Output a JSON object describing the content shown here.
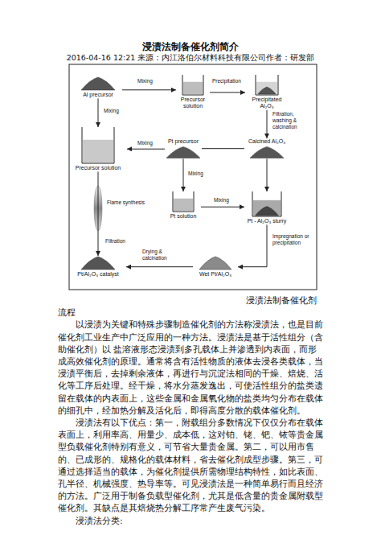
{
  "diagram": {
    "title": "浸渍法制备催化剂简介",
    "caption": "浸渍法制备催化剂 流程",
    "nodes": [
      {
        "text": [
          "Al precursor"
        ]
      },
      {
        "text": [
          "Precursor solution"
        ]
      },
      {
        "text": [
          "Precipitated Al₂O₃"
        ]
      },
      {
        "text": [
          "Precursor solution"
        ]
      },
      {
        "text": [
          "Pt precursor"
        ]
      },
      {
        "text": [
          "Calcined Al₂O₃"
        ]
      },
      {
        "text": [
          "Pt solution"
        ]
      },
      {
        "text": [
          "Pt - Al₂O₃ slurry"
        ]
      },
      {
        "text": [
          "Pt/Al₂O₃ catalyst"
        ]
      },
      {
        "text": [
          "Wet Pt/Al₂O₃"
        ]
      }
    ],
    "edges": [
      {
        "from": 0,
        "to": 1,
        "label": "Mixing",
        "arrow": "to"
      },
      {
        "from": 1,
        "to": 2,
        "label": "Precipitation",
        "arrow": "to"
      },
      {
        "from": 2,
        "to": 5,
        "label": "Filtration, washing & calcination",
        "arrow": "to"
      },
      {
        "from": 0,
        "to": 3,
        "label": "Mixing",
        "arrow": "to"
      },
      {
        "from": 4,
        "to": 3,
        "label": "Mixing",
        "arrow": "to"
      },
      {
        "from": 5,
        "to": 4,
        "arrow": "none"
      },
      {
        "from": 4,
        "to": 6,
        "label": "Mixing",
        "arrow": "to"
      },
      {
        "from": 6,
        "to": 7,
        "label": "Mixing",
        "arrow": "to"
      },
      {
        "from": 5,
        "to": 7,
        "arrow": "to"
      },
      {
        "from": 3,
        "to": 8,
        "label": "Flame synthesis",
        "arrow": "to"
      },
      {
        "from": 7,
        "to": 9,
        "label": "Impregnation or precipitation",
        "arrow": "to"
      },
      {
        "from": 9,
        "to": 8,
        "label": "Drying & calcination",
        "arrow": "to"
      }
    ],
    "labels": [
      "2016-04-16 12:21 来源：内江洛伯尔材料科技有限公司作者：研发部",
      "Filtration",
      "以浸渍为关键和特殊步骤制造催化剂的方法称浸渍法，也是目前催化剂工业生产中广泛应用的一种方法。浸渍法是基于活性组分（含助催化剂）以 盐溶液形态浸渍到多孔载体上并渗透到内表面，而形成高效催化剂的原理。通常将含有活性物质的液体去浸各类载体，当浸渍平衡后，去掉剩余液体，再进行与沉淀法相同的干燥、焙烧、活化等工序后处理。经干燥，将水分蒸发逸出，可使活性组分的盐类遗留在载体的内表面上，这些金属和金属氧化物的盐类均匀分布在载体的细孔中，经加热分解及活化后，即得高度分散的载体催化剂。",
      "浸渍法有以下优点：第一，附载组分多数情况下仅仅分布在载体表面上，利用率高、用量少、成本低，这对铂、铑、钯、铱等贵金属型负载催化剂特别有意义，可节省大量贵金属。第二，可以用市售的、已成形的、规格化的载体材料，省去催化剂成型步骤。第三，可通过选择适当的载体，为催化剂提供所需物理结构特性，如比表面、孔半径、机械强度、热导率等。可见浸渍法是一种简单易行而且经济的方法。广泛用于制备负载型催化剂，尤其是低含量的贵金属附载型催化剂。其缺点是其焙烧热分解工序常产生废气污染。",
      "浸渍法分类:"
    ]
  }
}
